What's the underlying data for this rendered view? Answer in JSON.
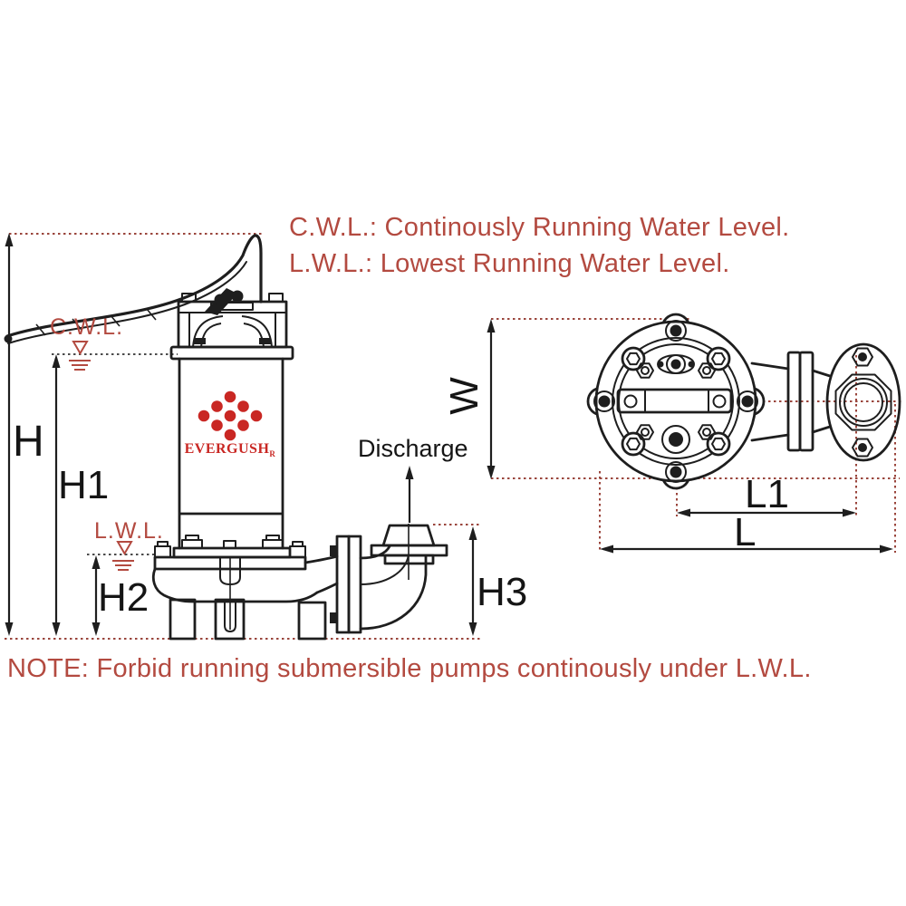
{
  "colors": {
    "text_red": "#b34a40",
    "logo_red": "#c92723",
    "line_black": "#1e1e1e",
    "dotted_red": "#9a453c",
    "water_gray": "#4a4a4a"
  },
  "definitions": {
    "line1": "C.W.L.: Continously Running Water Level.",
    "line2": "L.W.L.: Lowest Running Water Level."
  },
  "note": "NOTE: Forbid running submersible pumps continously under L.W.L.",
  "front_view": {
    "water_levels": {
      "cwl": "C.W.L.",
      "lwl": "L.W.L."
    },
    "dimensions": {
      "h": "H",
      "h1": "H1",
      "h2": "H2",
      "h3": "H3"
    },
    "discharge_label": "Discharge",
    "logo": {
      "brand": "EVERGUSH",
      "registered_mark": "R"
    }
  },
  "top_view": {
    "dimensions": {
      "w": "W",
      "l1": "L1",
      "l": "L"
    }
  }
}
